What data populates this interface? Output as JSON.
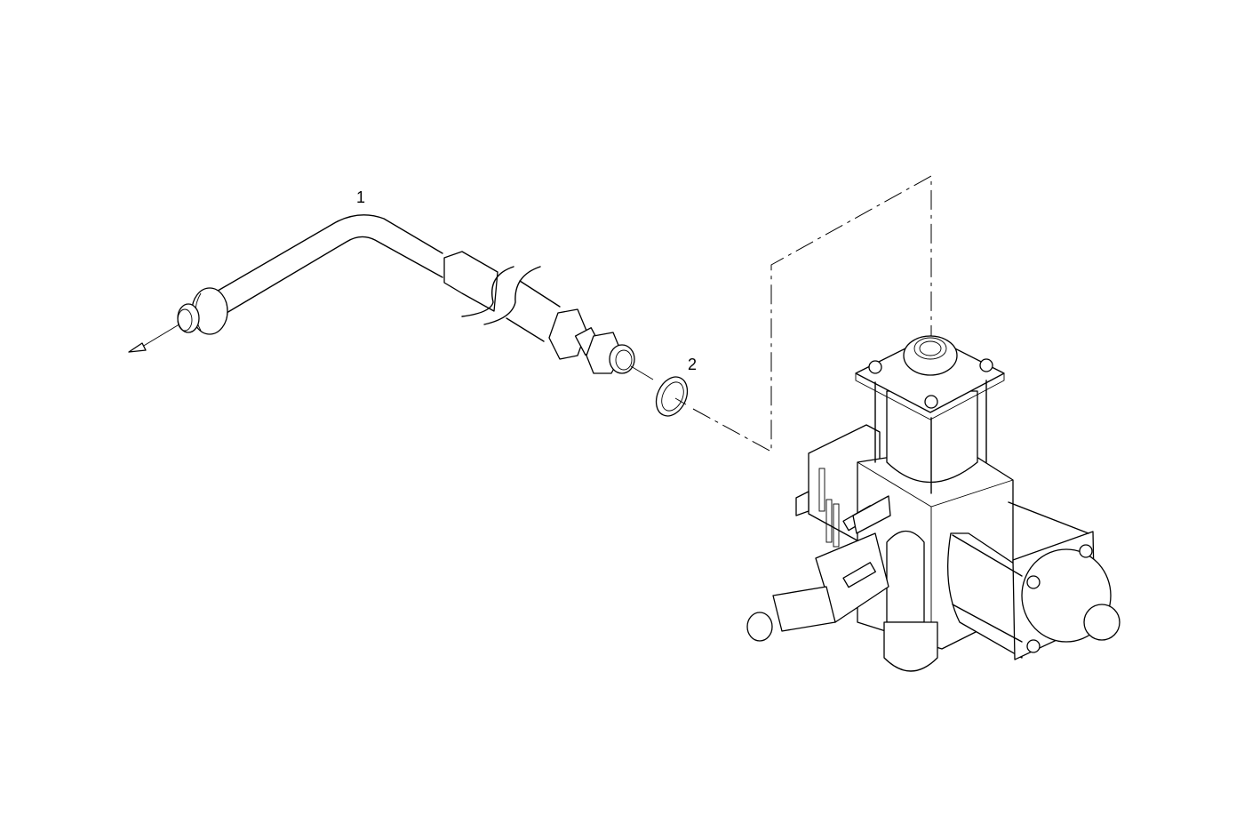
{
  "diagram": {
    "type": "exploded parts view",
    "background": "#ffffff",
    "line_color": "#000000",
    "callouts": [
      {
        "id": "1",
        "label": "1",
        "part": "pipe / hose line with fittings"
      },
      {
        "id": "2",
        "label": "2",
        "part": "sealing ring / washer"
      }
    ],
    "components": [
      "pipe-assembly",
      "sealing-ring",
      "valve-block-assembly",
      "leader-arrow",
      "dash-dot-assembly-line"
    ]
  }
}
